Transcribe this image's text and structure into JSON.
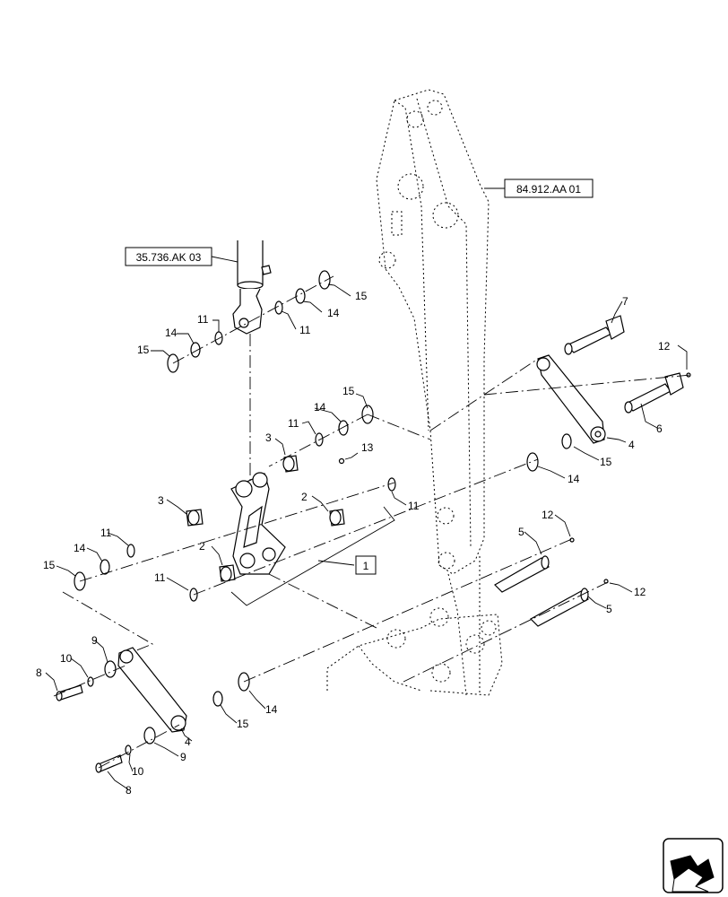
{
  "references": {
    "arm_ref": "84.912.AA 01",
    "cylinder_ref": "35.736.AK 03",
    "group_ref": "1"
  },
  "callouts": {
    "c1": "11",
    "c2": "14",
    "c3": "15",
    "c4": "11",
    "c5": "14",
    "c6": "15",
    "c7": "7",
    "c8": "12",
    "c9": "6",
    "c10": "4",
    "c11": "15",
    "c12": "14",
    "c13": "15",
    "c14": "14",
    "c15": "11",
    "c16": "3",
    "c17": "13",
    "c18": "3",
    "c19": "2",
    "c20": "11",
    "c21": "11",
    "c22": "14",
    "c23": "15",
    "c24": "2",
    "c25": "11",
    "c26": "12",
    "c27": "5",
    "c28": "12",
    "c29": "5",
    "c30": "9",
    "c31": "10",
    "c32": "8",
    "c33": "4",
    "c34": "15",
    "c35": "14",
    "c36": "9",
    "c37": "10",
    "c38": "8"
  },
  "icons": {
    "nav": "exploded-view-arrow-icon"
  }
}
